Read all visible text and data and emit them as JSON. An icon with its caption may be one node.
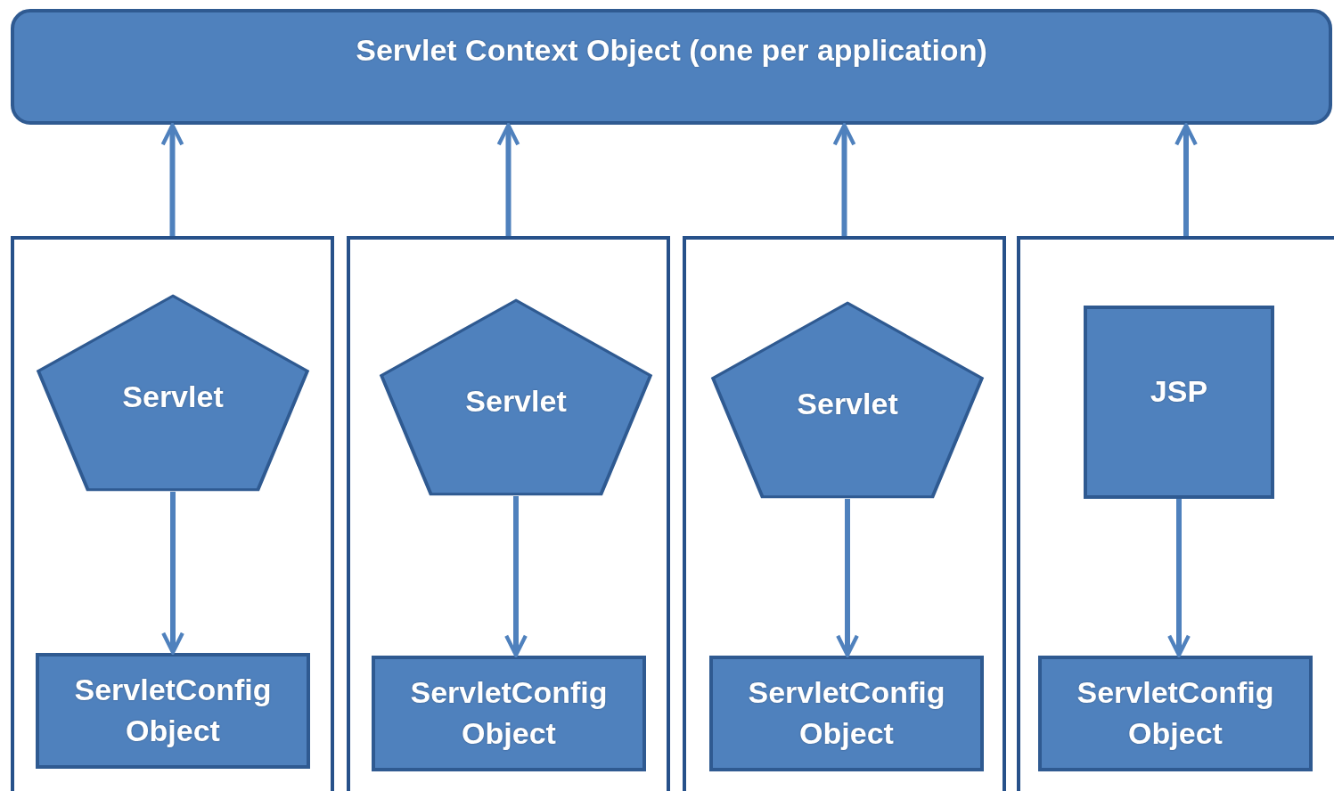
{
  "diagram": {
    "nodes": [
      {
        "text": [
          "Servlet Context Object (one per application)"
        ]
      },
      {
        "text": [],
        "shape": "box"
      },
      {
        "text": [
          "Servlet"
        ],
        "in": 1
      },
      {
        "text": [
          "ServletConfig Object"
        ],
        "in": 1
      },
      {
        "text": [],
        "shape": "box"
      },
      {
        "text": [
          "Servlet"
        ],
        "in": 4
      },
      {
        "text": [
          "ServletConfig Object"
        ],
        "in": 4
      },
      {
        "text": [],
        "shape": "box"
      },
      {
        "text": [
          "Servlet"
        ],
        "in": 7
      },
      {
        "text": [
          "ServletConfig Object"
        ],
        "in": 7
      },
      {
        "text": [],
        "shape": "box"
      },
      {
        "text": [
          "JSP"
        ],
        "in": 10
      },
      {
        "text": [
          "ServletConfig Object"
        ],
        "in": 10
      }
    ],
    "edges": [
      {
        "from": 1,
        "to": 0,
        "arrow": "to"
      },
      {
        "from": 2,
        "to": 3,
        "arrow": "to"
      },
      {
        "from": 4,
        "to": 0,
        "arrow": "to"
      },
      {
        "from": 5,
        "to": 6,
        "arrow": "to"
      },
      {
        "from": 7,
        "to": 0,
        "arrow": "to"
      },
      {
        "from": 8,
        "to": 9,
        "arrow": "to"
      },
      {
        "from": 10,
        "to": 0,
        "arrow": "to"
      },
      {
        "from": 11,
        "to": 12,
        "arrow": "to"
      }
    ]
  }
}
